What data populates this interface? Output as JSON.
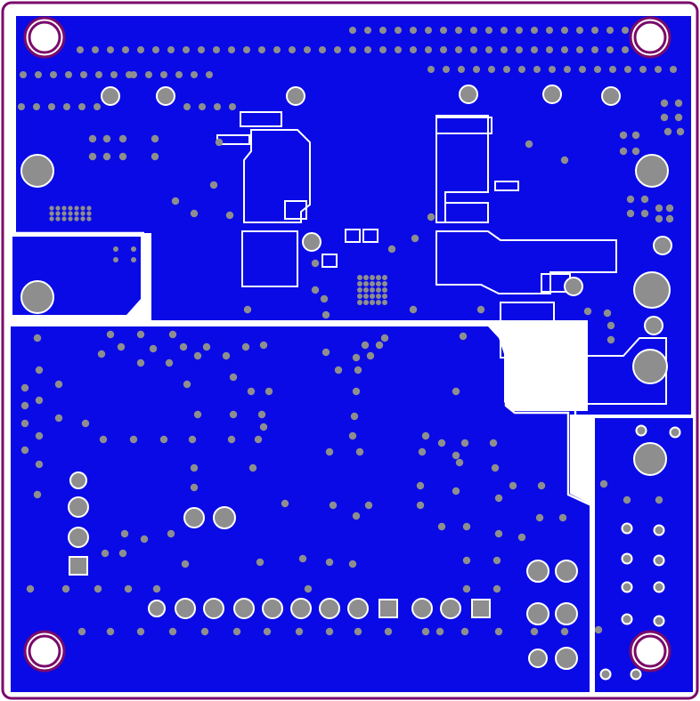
{
  "view": {
    "kind": "pcb-copper-layer",
    "colors": {
      "background": "#ffffff",
      "board_outline": "#7a0a6a",
      "copper_pour": "#0a0ae6",
      "clearance": "#ffffff",
      "pad": "#8e8e8e",
      "mounting_hole": "#7a0a6a"
    }
  },
  "mounting_holes": [
    "top-left",
    "top-right",
    "bottom-left",
    "bottom-right"
  ],
  "connector_rows": [
    {
      "name": "top-header-row-1",
      "count": 38
    },
    {
      "name": "top-header-row-2",
      "count": 30
    }
  ]
}
